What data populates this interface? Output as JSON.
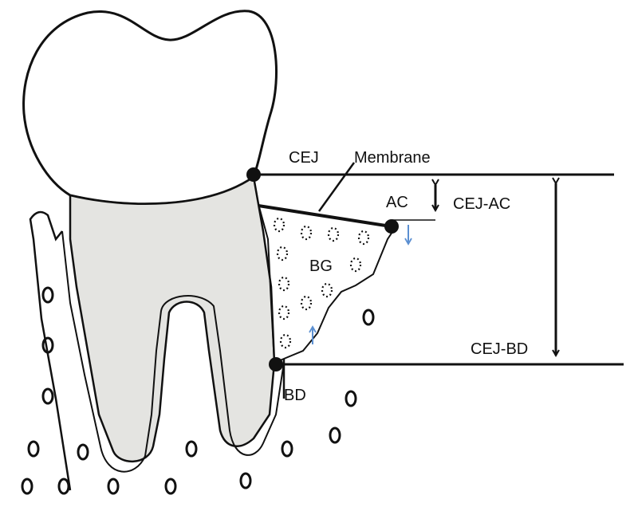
{
  "labels": {
    "cej": "CEJ",
    "membrane": "Membrane",
    "ac": "AC",
    "cej_ac": "CEJ-AC",
    "bg": "BG",
    "cej_bd": "CEJ-BD",
    "bd": "BD"
  },
  "colors": {
    "line": "#111111",
    "root_fill": "#e4e4e1",
    "arrow_blue": "#5b8fd1",
    "background": "#ffffff"
  }
}
